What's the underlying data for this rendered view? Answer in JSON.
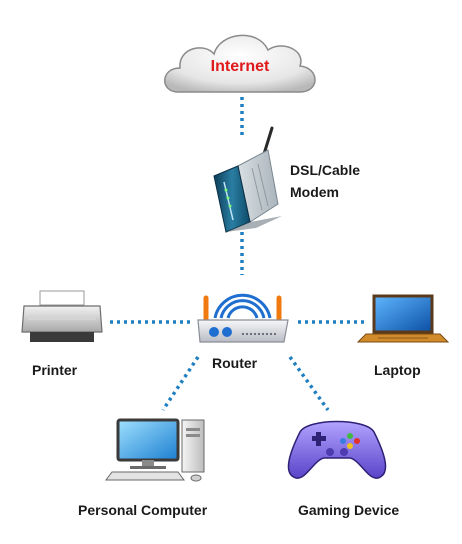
{
  "labels": {
    "internet": "Internet",
    "modem_line1": "DSL/Cable",
    "modem_line2": "Modem",
    "router": "Router",
    "printer": "Printer",
    "laptop": "Laptop",
    "personal_computer": "Personal Computer",
    "gaming_device": "Gaming Device"
  },
  "colors": {
    "connection": "#1f7fc0",
    "internet_text": "#e01a1a",
    "router_antenna_tip": "#f07a10",
    "label_text": "#1a1a1a"
  },
  "icons": [
    "cloud-icon",
    "modem-icon",
    "router-icon",
    "printer-icon",
    "laptop-icon",
    "desktop-computer-icon",
    "gamepad-icon"
  ]
}
